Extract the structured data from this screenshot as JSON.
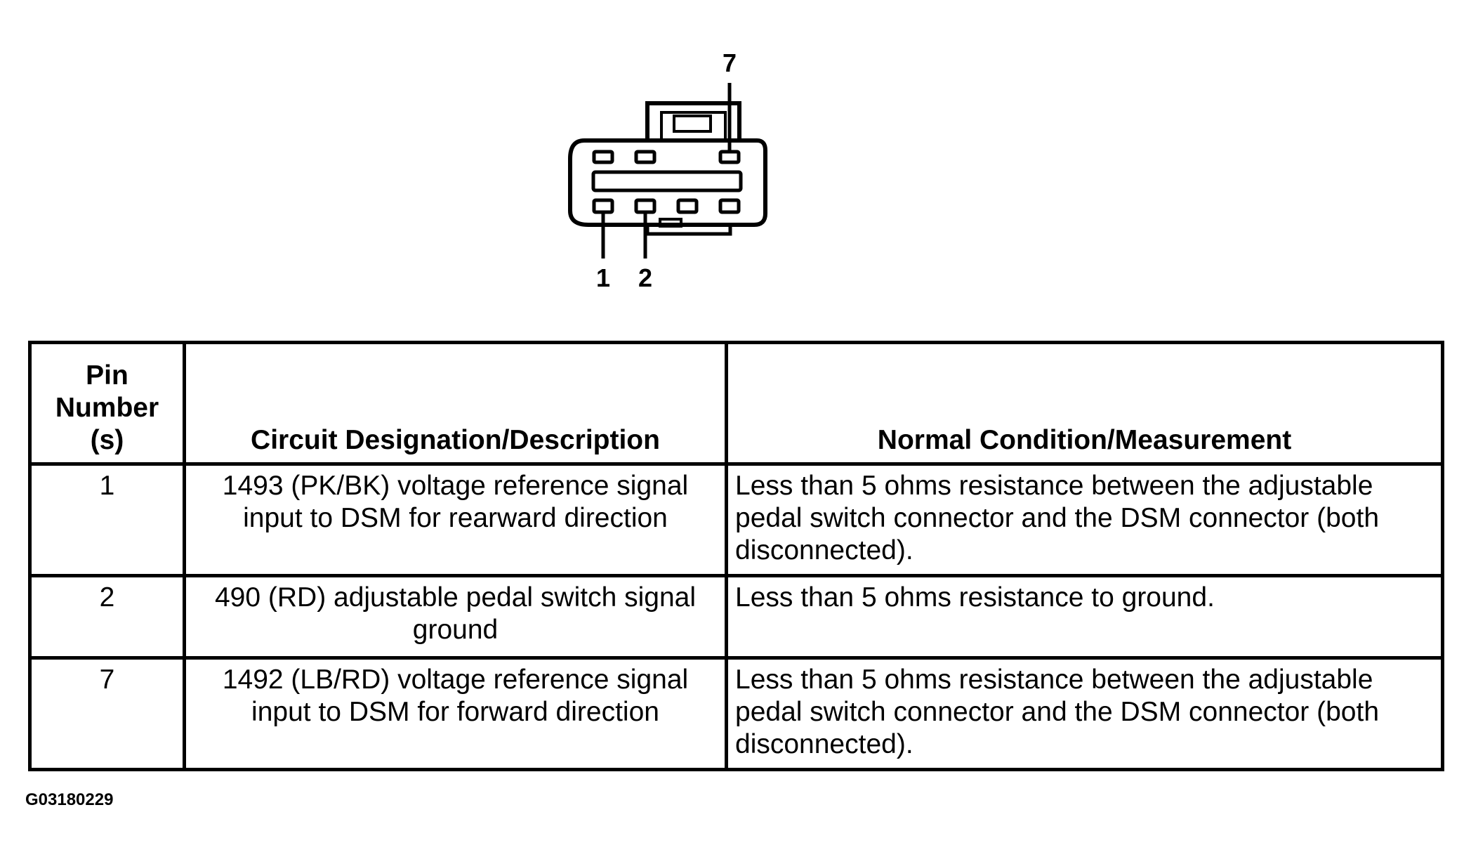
{
  "connector": {
    "pin_labels": {
      "pin_7": "7",
      "pin_1": "1",
      "pin_2": "2"
    }
  },
  "table": {
    "headers": {
      "pin": "Pin\nNumber\n(s)",
      "circuit": "Circuit Designation/Description",
      "measurement": "Normal Condition/Measurement"
    },
    "rows": [
      {
        "pin": "1",
        "circuit": "1493 (PK/BK) voltage reference signal input to DSM for rearward direction",
        "measurement": "Less than 5 ohms resistance between the adjustable pedal switch connector and the DSM connector (both disconnected)."
      },
      {
        "pin": "2",
        "circuit": "490 (RD) adjustable pedal switch signal ground",
        "measurement": "Less than 5 ohms resistance to ground."
      },
      {
        "pin": "7",
        "circuit": "1492 (LB/RD) voltage reference signal input to DSM for forward direction",
        "measurement": "Less than 5 ohms resistance between the adjustable pedal switch connector and the DSM connector (both disconnected)."
      }
    ]
  },
  "figure_code": "G03180229"
}
